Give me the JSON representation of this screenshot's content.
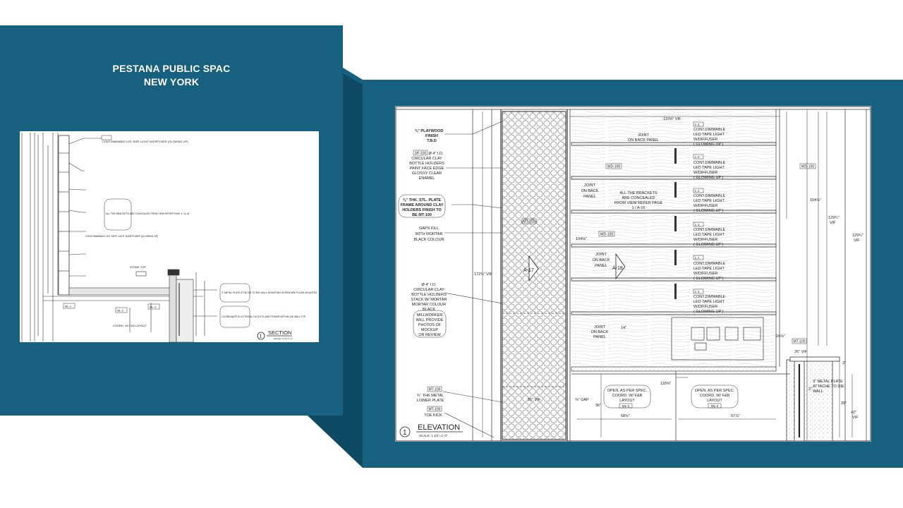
{
  "slide": {
    "title_line1": "PESTANA PUBLIC SPAC",
    "title_line2": "NEW YORK",
    "colors": {
      "panel": "#17607f",
      "panel_shadow": "#0f4a64",
      "background": "#ffffff",
      "drawing_line": "#333333"
    }
  },
  "section_drawing": {
    "title": "SECTION",
    "number": "1",
    "scale": "SCALE: 1 1/2\"=1'-0\"",
    "notes": {
      "led": "CONT.DIMMABLE LED TAPE LIGHT W/DIFFUSER (GLOWING UP)",
      "brackets": "ALL THE BRACKETS ARE CONCEALED FROM VIEW REFER PAGE 1 / A-16",
      "stone_top": "STONE TOP",
      "metal_plate": "3\" METAL PLATE ATTACHE TO DIE WALL MOUNTING SCREW ARE FLUSH MOUNTED",
      "coordinate": "COORDINATE ELECTRICAL OUTLETS AND POWER WITHIN DIE WALL TYP.",
      "coord_fb": "COORD. W/ F&B LAYOUT"
    },
    "tags": {
      "ml1": "ML-1",
      "ml2": "ML-2",
      "ml3": "ML-3"
    }
  },
  "elevation_drawing": {
    "title": "ELEVATION",
    "number": "1",
    "scale": "SCALE: 1 1/2\"=1'-0\"",
    "left_notes": {
      "playwood": [
        "¾\" PLAYWOOD",
        "FINISH",
        "T.B.D"
      ],
      "clay": [
        "Ø 4\" I.D.",
        "CIRCULAR CLAY",
        "BOTTLE HOLDERS",
        "PAINT FACE EDGE",
        "GLOSSY CLEAR",
        "ENAMEL"
      ],
      "clay_tag": "SP-100",
      "plate": [
        "⅜\" THK. STL. PLATE",
        "FRAME AROUND CLAY",
        "HOLDERS FINISH TO",
        "BE MT-100"
      ],
      "gaps": [
        "GAPS FILL",
        "WITH MORTAR",
        "BLACK COLOUR"
      ],
      "stack": [
        "Ø 4\" I.D.",
        "CIRCULAR CLAY",
        "BOTTLE HOLDERS",
        "STACK W/ MORTAR",
        "MORTAR COLOUR",
        "BLACK"
      ],
      "millworker": [
        "MILLWORKER",
        "WILL PROVIDE",
        "PHOTOS OF",
        "MOCKUP",
        "OR REVIEW"
      ],
      "lower_plate": [
        "¾\" THK METAL",
        "LOWER PLATE"
      ],
      "lower_tag": "MT-100",
      "toe_kick": "TOE KICK",
      "toe_tag": "MT-100"
    },
    "led_note": [
      "CONT.DIMMABLE",
      "LED TAPE LIGHT",
      "W/DIFFUSER",
      "( GLOWING UP )"
    ],
    "led_tag": "L-1",
    "joint_panel": [
      "JOINT",
      "ON BACK PANEL"
    ],
    "joint_back": [
      "JOINT",
      "ON BACK",
      "PANEL"
    ],
    "brackets": [
      "ALL THE BRACKETS",
      "ARE CONCEALED",
      "FROM VIEW REFER PAGE",
      "1 / A-16"
    ],
    "callouts": {
      "a17": "A-17",
      "a18": "A-18"
    },
    "tags": {
      "wd1": "WD-100",
      "wd2": "WD-100",
      "wd3": "WD-100",
      "mt": "MT-100",
      "ml2": "ML-2",
      "ml3": "ML-3",
      "mt_right": "MT-100"
    },
    "open": [
      "OPEN, AS PER SPEC.",
      "COORD. W/ F&B",
      "LAYOUT"
    ],
    "metal_plate": [
      "3\" METAL PLATE",
      "ATTACHE TO DIE",
      "WALL"
    ],
    "dims": {
      "top": "110⅝\" VIF",
      "h172": "172¾\" VIF",
      "h104": "104⅞\"",
      "h129a": "129¾\"",
      "h129b": "129¾\"",
      "vif": "VIF",
      "w55": "55\" VIF",
      "gap": "⅜\" GAP",
      "w26": "26\" VIF",
      "h39": "39\"",
      "h42": "42\"",
      "w58": "58⅜\"",
      "w57": "57⅞\"",
      "h36": "36\"",
      "w118": "118⅜\"",
      "h24": "24⅝\"",
      "h14": "14\"",
      "h134": "134⅜\"",
      "h3": "3\"",
      "h2": "2\""
    }
  }
}
